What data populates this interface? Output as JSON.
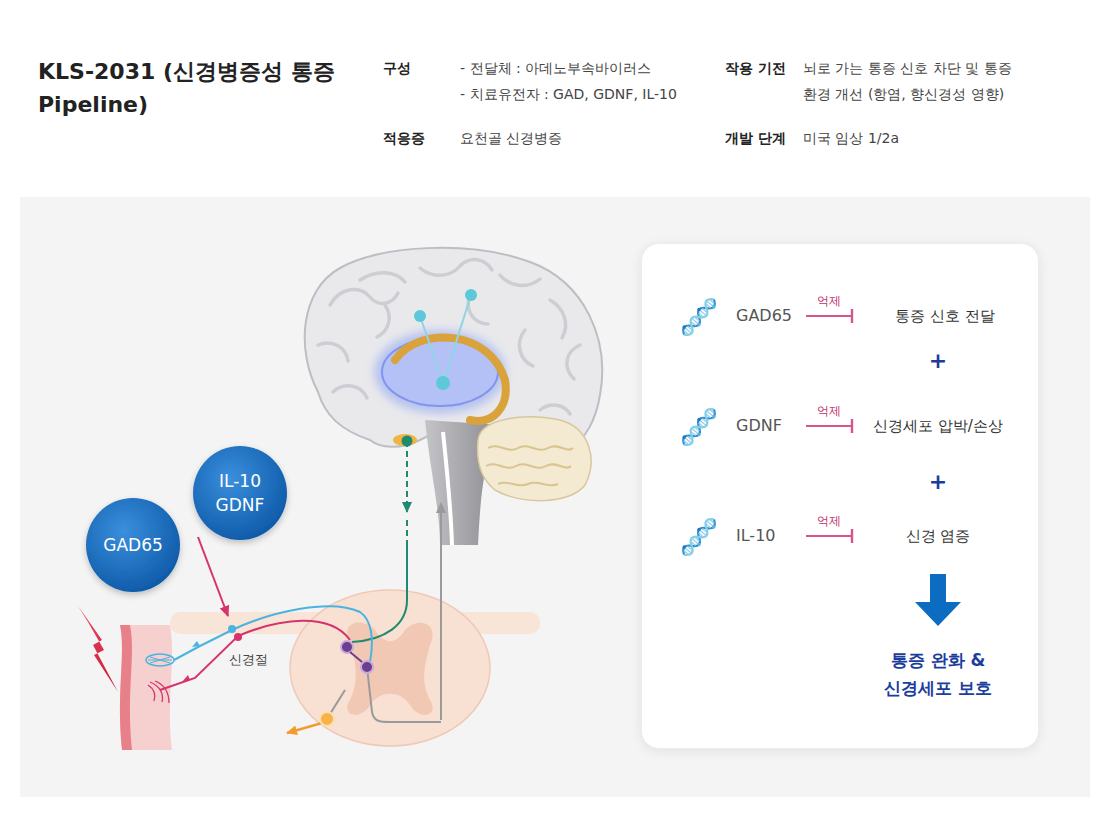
{
  "diagram": {
    "title": "KLS-2031 (신경병증성 통증 Pipeline)",
    "nodes": [
      {
        "text": [
          "GAD65"
        ]
      },
      {
        "text": [
          "IL-10 GDNF"
        ]
      },
      {
        "text": [
          "GAD65"
        ]
      },
      {
        "text": [
          "통증 신호 전달"
        ]
      },
      {
        "text": [
          "GDNF"
        ]
      },
      {
        "text": [
          "신경세포 압박/손상"
        ]
      },
      {
        "text": [
          "IL-10"
        ]
      },
      {
        "text": [
          "신경 염증"
        ]
      },
      {
        "text": [
          "통증 완화 & 신경세포 보호"
        ]
      }
    ],
    "edges": [
      {
        "from": 2,
        "to": 3,
        "label": "억제",
        "arrow": "to"
      },
      {
        "from": 4,
        "to": 5,
        "label": "억제",
        "arrow": "to"
      },
      {
        "from": 6,
        "to": 7,
        "label": "억제",
        "arrow": "to"
      },
      {
        "from": 7,
        "to": 8,
        "arrow": "to"
      }
    ],
    "labels": [
      "구성",
      "- 전달체 : 아데노부속바이러스",
      "- 치료유전자 : GAD, GDNF, IL-10",
      "작용 기전",
      "뇌로 가는 통증 신호 차단 및 통증 환경 개선 (항염, 향신경성 영향)",
      "적응증",
      "요천골 신경병증",
      "개발 단계",
      "미국 임상 1/2a",
      "신경절",
      "+",
      "+"
    ]
  }
}
